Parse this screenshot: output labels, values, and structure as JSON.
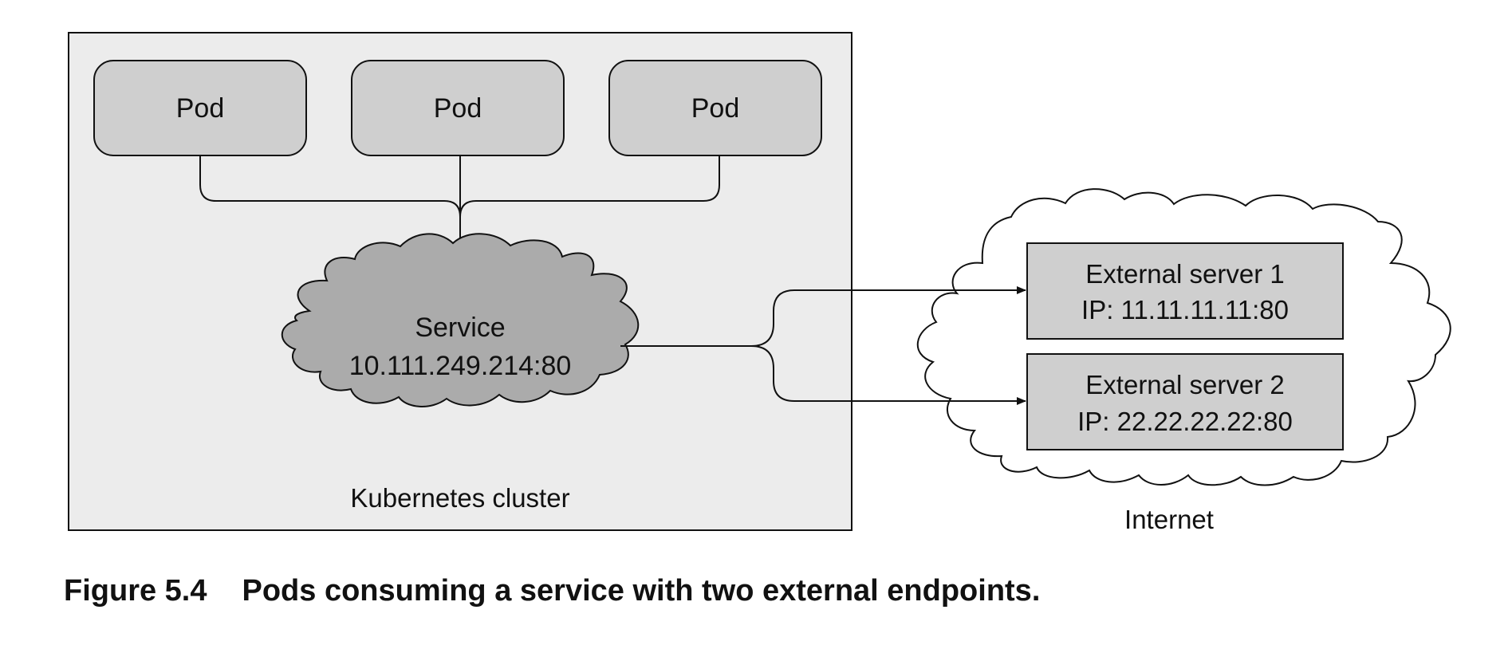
{
  "cluster": {
    "label": "Kubernetes cluster"
  },
  "pods": [
    {
      "label": "Pod"
    },
    {
      "label": "Pod"
    },
    {
      "label": "Pod"
    }
  ],
  "service": {
    "name": "Service",
    "address": "10.111.249.214:80"
  },
  "internet": {
    "label": "Internet"
  },
  "external_servers": [
    {
      "name": "External server 1",
      "ip": "IP: 11.11.11.11:80"
    },
    {
      "name": "External server 2",
      "ip": "IP: 22.22.22.22:80"
    }
  ],
  "caption": {
    "number": "Figure 5.4",
    "text": "Pods consuming a service with two external endpoints."
  },
  "colors": {
    "cluster_fill": "#ececec",
    "pod_fill": "#cfcfcf",
    "service_fill": "#ababab",
    "server_fill": "#cfcfcf",
    "internet_fill": "#ffffff",
    "stroke": "#111111"
  }
}
